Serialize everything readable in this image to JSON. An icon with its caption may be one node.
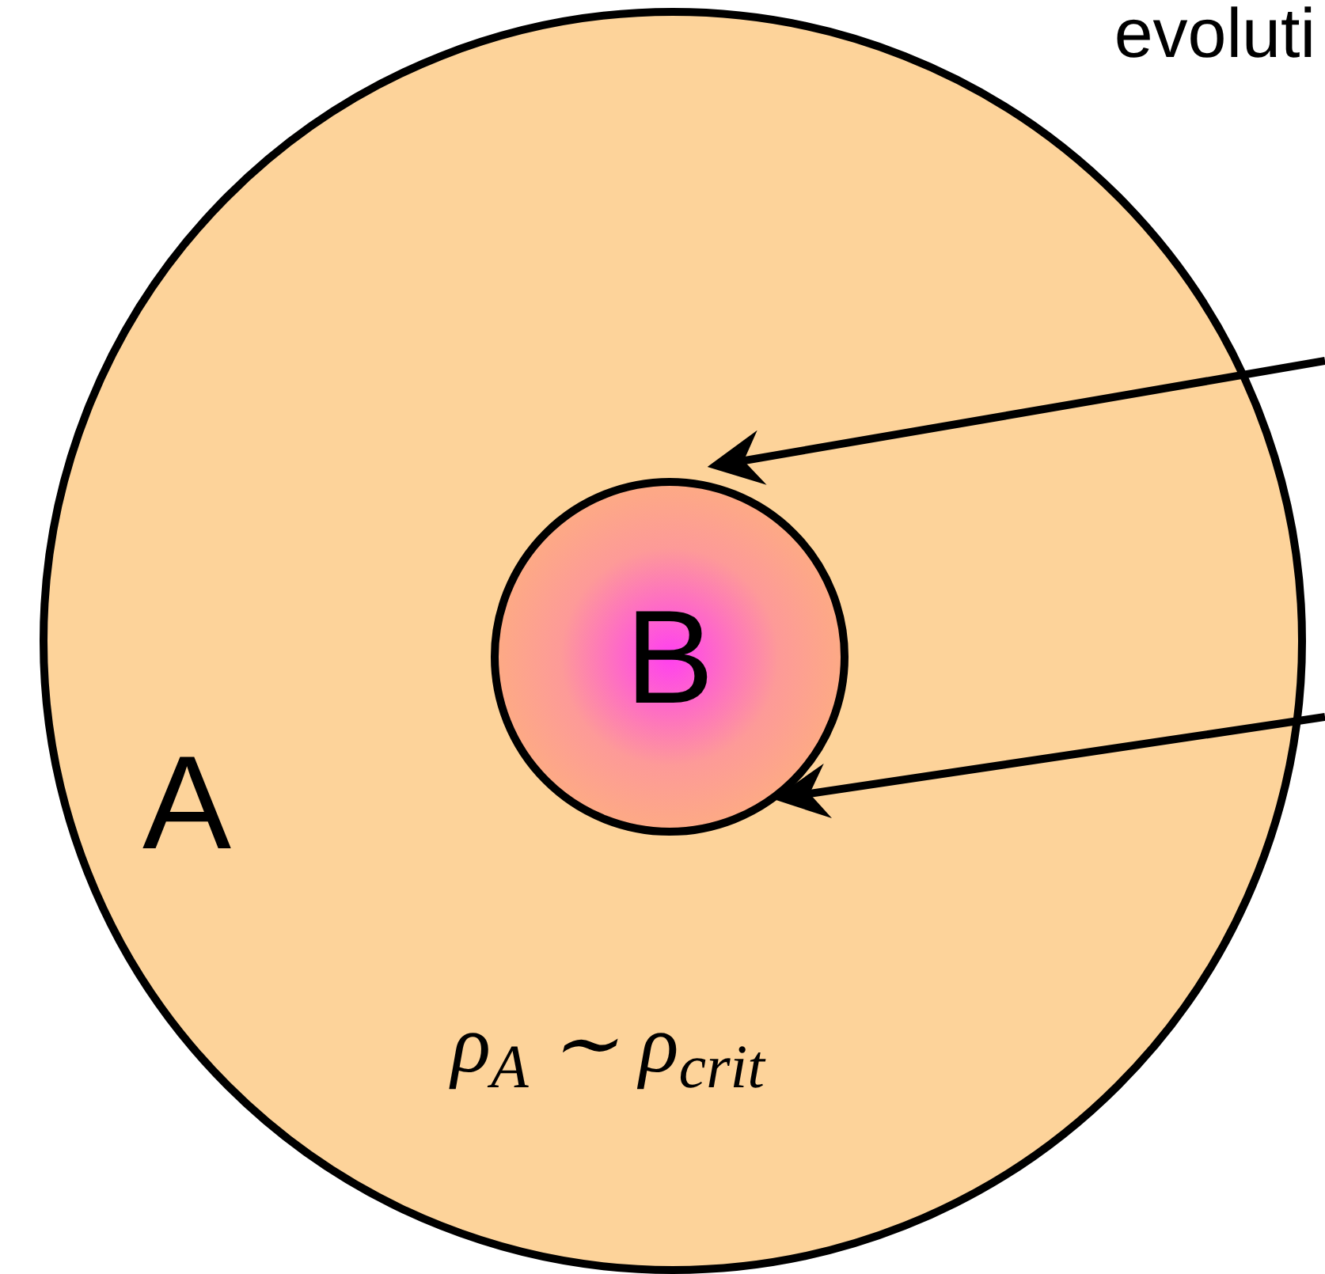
{
  "diagram": {
    "title": "evoluti",
    "nodes": [
      {
        "text": [
          "A",
          "ρ$_{A}$ ∼ ρ$_{crit}$"
        ]
      },
      {
        "text": [
          "B"
        ],
        "in": 0
      }
    ],
    "edges": [
      {
        "from": null,
        "to": 1,
        "arrow": "to"
      },
      {
        "from": null,
        "to": 1,
        "arrow": "to"
      }
    ]
  }
}
